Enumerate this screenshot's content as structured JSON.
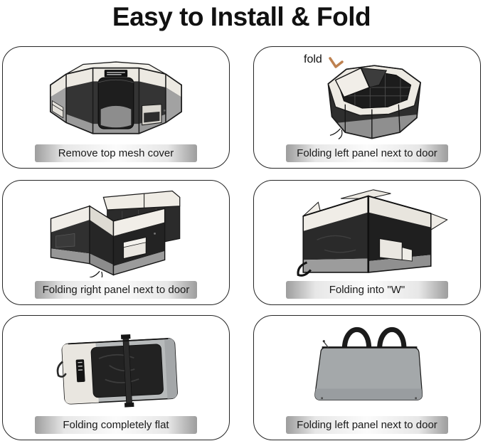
{
  "page": {
    "title": "Easy to Install & Fold",
    "background": "#ffffff"
  },
  "steps": [
    {
      "caption": "Remove top mesh cover",
      "illustration": "assembled-playpen"
    },
    {
      "caption": "Folding left panel next to door",
      "illustration": "open-top-folding-left-panel",
      "annotation": "fold"
    },
    {
      "caption": "Folding right panel next to door",
      "illustration": "folding-right-panel"
    },
    {
      "caption": "Folding into \"W\"",
      "illustration": "w-fold"
    },
    {
      "caption": "Folding completely flat",
      "illustration": "flat-fold"
    },
    {
      "caption": "Folding left panel next to door",
      "illustration": "carry-bag"
    }
  ],
  "colors": {
    "caption_gradient_edge": "#9d9d9d",
    "caption_gradient_center": "#fbfbfb",
    "caption_text": "#1a1a1a",
    "card_border": "#262626",
    "fabric_cream": "#ece9e2",
    "mesh_black": "#2a2a2a",
    "fabric_gray": "#9a9a9a",
    "bag_gray": "#a4a8aa",
    "fold_arrow_tan": "#be8150",
    "title_text": "#111111"
  }
}
